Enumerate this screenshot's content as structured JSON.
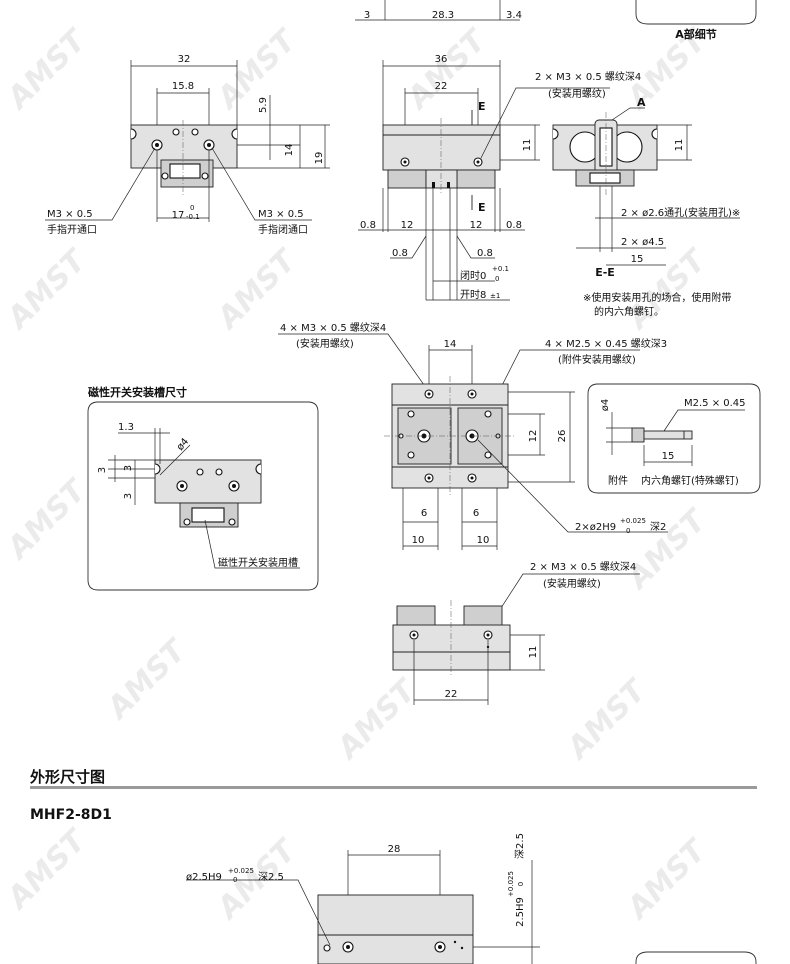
{
  "watermark_text": "AMST",
  "detail_a_title": "A部细节",
  "top_dims": {
    "left": "3",
    "mid": "28.3",
    "right": "3.4"
  },
  "left_view": {
    "width_total": "32",
    "width_inner": "15.8",
    "dim_5_9": "5.9",
    "dim_14": "14",
    "dim_19": "19",
    "dim_17": "17",
    "tol_17_upper": "0",
    "tol_17_lower": "-0.1",
    "port_left_thread": "M3 × 0.5",
    "port_left_label": "手指开通口",
    "port_right_thread": "M3 × 0.5",
    "port_right_label": "手指闭通口"
  },
  "front_view": {
    "width_total": "36",
    "width_inner": "22",
    "section_mark": "E",
    "mount_thread": "2 × M3 × 0.5 螺纹深4",
    "mount_note": "(安装用螺纹)",
    "dim_11": "11",
    "dim_0_8_left": "0.8",
    "dim_12_left": "12",
    "dim_12_right": "12",
    "dim_0_8_right": "0.8",
    "dim_0_8_lower_left": "0.8",
    "dim_0_8_lower_right": "0.8",
    "closed_label": "闭时0",
    "closed_tol_upper": "+0.1",
    "closed_tol_lower": "0",
    "open_label": "开时8",
    "open_tol": "±1"
  },
  "section_view": {
    "detail_mark": "A",
    "dim_11": "11",
    "through_hole": "2 × ø2.6通孔(安装用孔)※",
    "counterbore": "2 × ø4.5",
    "dim_15": "15",
    "section_label": "E-E",
    "note_line1": "※使用安装用孔的场合，使用附带",
    "note_line2": "的内六角螺钉。"
  },
  "slot_box": {
    "title": "磁性开关安装槽尺寸",
    "dim_1_3": "1.3",
    "dim_phi4": "ø4",
    "dim_3a": "3",
    "dim_3b": "3",
    "dim_3c": "3",
    "slot_label": "磁性开关安装用槽"
  },
  "top_view": {
    "mount_thread": "4 × M3 × 0.5 螺纹深4",
    "mount_note": "(安装用螺纹)",
    "dim_14": "14",
    "attach_thread": "4 × M2.5 × 0.45 螺纹深3",
    "attach_note": "(附件安装用螺纹)",
    "dim_12": "12",
    "dim_26": "26",
    "dim_6_left": "6",
    "dim_6_right": "6",
    "dim_10_left": "10",
    "dim_10_right": "10",
    "pin_hole": "2×ø2H9",
    "pin_tol_upper": "+0.025",
    "pin_tol_lower": "0",
    "pin_depth": "深2"
  },
  "accessory_box": {
    "dia": "ø4",
    "thread": "M2.5 × 0.45",
    "length": "15",
    "label": "附件",
    "desc": "内六角螺钉(特殊螺钉)"
  },
  "bottom_view": {
    "mount_thread": "2 × M3 × 0.5 螺纹深4",
    "mount_note": "(安装用螺纹)",
    "dim_11": "11",
    "dim_22": "22"
  },
  "section2": {
    "heading": "外形尺寸图",
    "model": "MHF2-8D1",
    "dim_28": "28",
    "pin_hole": "ø2.5H9",
    "pin_tol_upper": "+0.025",
    "pin_tol_lower": "0",
    "pin_depth": "深2.5",
    "vert_pin": "2.5H9",
    "vert_tol_upper": "+0.025",
    "vert_tol_lower": "0",
    "vert_depth": "深2.5"
  }
}
